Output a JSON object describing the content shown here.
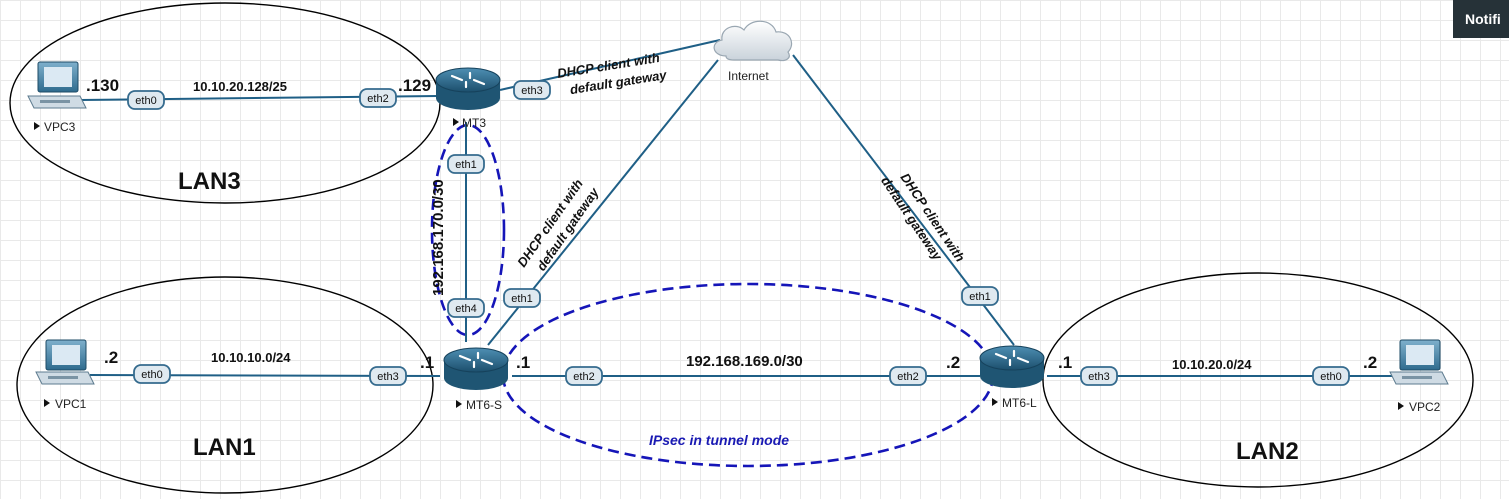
{
  "notification": {
    "label": "Notifi"
  },
  "lans": {
    "lan1": "LAN1",
    "lan2": "LAN2",
    "lan3": "LAN3"
  },
  "networks": {
    "lan3": "10.10.20.128/25",
    "lan1": "10.10.10.0/24",
    "lan2": "10.10.20.0/24",
    "mt6_link": "192.168.169.0/30",
    "mt3_link": "192.168.170.0/30"
  },
  "devices": {
    "vpc3": "VPC3",
    "vpc1": "VPC1",
    "vpc2": "VPC2",
    "mt3": "MT3",
    "mt6s": "MT6-S",
    "mt6l": "MT6-L",
    "internet": "Internet"
  },
  "octets": {
    "vpc3": ".130",
    "mt3_eth2": ".129",
    "vpc1": ".2",
    "mt6s_eth3": ".1",
    "mt6s_eth2": ".1",
    "mt6l_eth2": ".2",
    "mt6l_eth3": ".1",
    "vpc2": ".2"
  },
  "interfaces": {
    "vpc3_eth0": "eth0",
    "mt3_eth2": "eth2",
    "mt3_eth3": "eth3",
    "mt3_eth1": "eth1",
    "mt6s_eth4": "eth4",
    "mt6s_eth1": "eth1",
    "vpc1_eth0": "eth0",
    "mt6s_eth3": "eth3",
    "mt6s_eth2": "eth2",
    "mt6l_eth2": "eth2",
    "mt6l_eth1": "eth1",
    "mt6l_eth3": "eth3",
    "vpc2_eth0": "eth0"
  },
  "annotations": {
    "dhcp_line1": "DHCP client with",
    "dhcp_line2": "default gateway",
    "ipsec": "IPsec in tunnel mode"
  },
  "icons": {
    "pc": "desktop-pc-icon",
    "router": "router-icon",
    "cloud": "cloud-icon",
    "play": "play-triangle-icon"
  },
  "colors": {
    "link": "#1f5f86",
    "port_fill": "#dfe9f0",
    "port_stroke": "#356b8e",
    "router_body": "#2d6e91",
    "tunnel": "#1515b8",
    "ipsec_text": "#1a1ab3"
  }
}
